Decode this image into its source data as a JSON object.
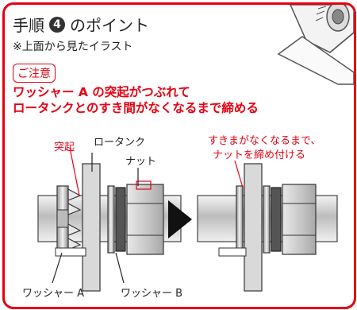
{
  "header": {
    "title": "手順 4 のポイント",
    "title_prefix": "手順",
    "step_number": "4",
    "title_suffix": "のポイント",
    "subtitle": "※上面から見たイラスト"
  },
  "caution_badge": "ご注意",
  "warning": {
    "line1": "ワッシャー A の突起がつぶれて",
    "line2": "ロータンクとのすき間がなくなるまで締める"
  },
  "labels": {
    "protrusion": "突起",
    "low_tank": "ロータンク",
    "nut": "ナット",
    "tighten_note_line1": "すきまがなくなるまで、",
    "tighten_note_line2": "ナットを締め付ける",
    "washer_a": "ワッシャー A",
    "washer_b": "ワッシャー B"
  },
  "colors": {
    "accent": "#e60012",
    "metal_dark": "#8c8c8c",
    "metal_light": "#e8e8e8",
    "tank": "#d8d8d8"
  },
  "icons": {
    "wrench": "wrench-illustration",
    "arrow": "right-arrow-icon"
  }
}
